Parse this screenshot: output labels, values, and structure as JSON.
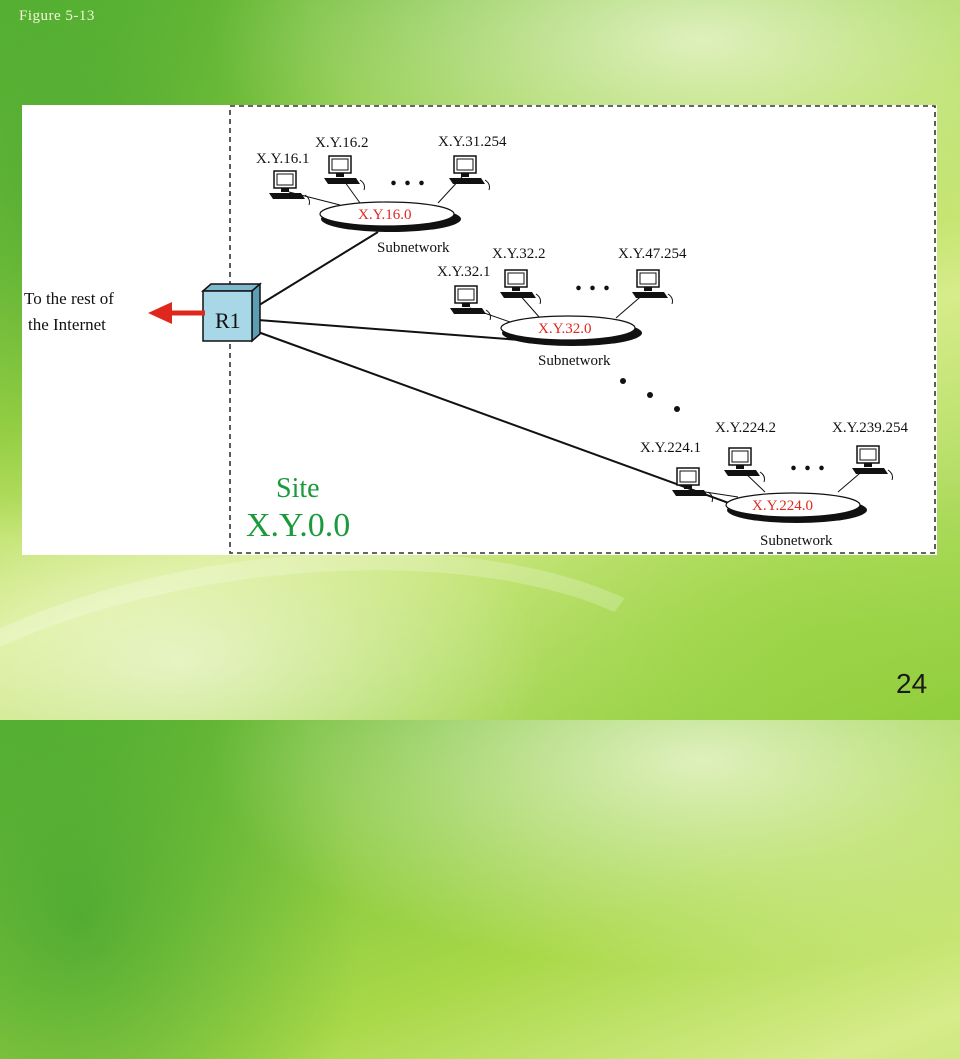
{
  "header": {
    "figure_label": "Figure  5-13"
  },
  "footer": {
    "page_number": "24"
  },
  "diagram": {
    "internet_label_line1": "To the rest of",
    "internet_label_line2": "the Internet",
    "router_label": "R1",
    "site_label": "Site",
    "site_address": "X.Y.0.0",
    "colors": {
      "subnet_text": "#e0271e",
      "router_fill": "#a8d8e8",
      "arrow": "#e0271e",
      "site_text": "#1a9a3a"
    },
    "subnets": [
      {
        "address": "X.Y.16.0",
        "label": "Subnetwork",
        "hosts": [
          "X.Y.16.1",
          "X.Y.16.2",
          "X.Y.31.254"
        ]
      },
      {
        "address": "X.Y.32.0",
        "label": "Subnetwork",
        "hosts": [
          "X.Y.32.1",
          "X.Y.32.2",
          "X.Y.47.254"
        ]
      },
      {
        "address": "X.Y.224.0",
        "label": "Subnetwork",
        "hosts": [
          "X.Y.224.1",
          "X.Y.224.2",
          "X.Y.239.254"
        ]
      }
    ]
  }
}
